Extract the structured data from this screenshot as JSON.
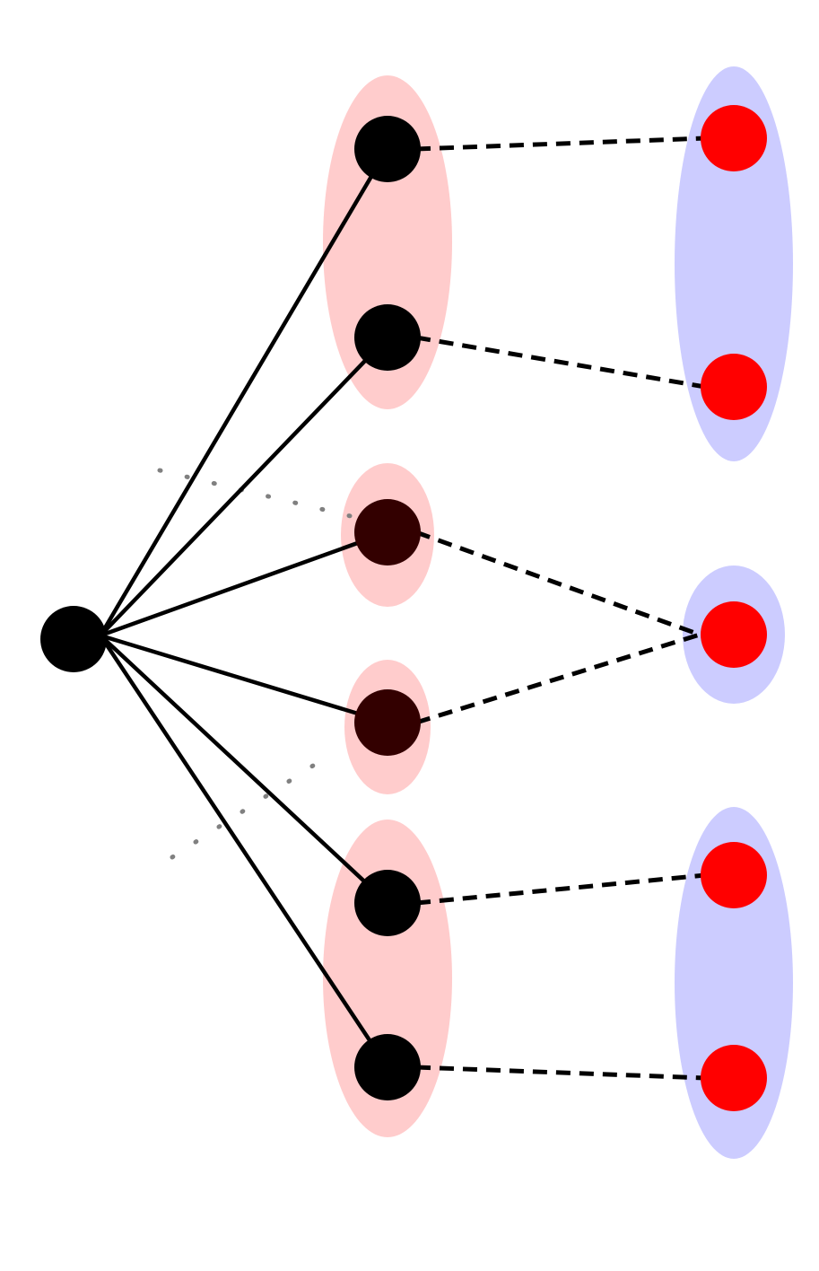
{
  "diagram": {
    "colors": {
      "background": "#ffffff",
      "middle_group_fill": "#ffcccc",
      "right_group_fill": "#ccccff",
      "root_node": "#000000",
      "middle_node": "#000000",
      "middle_node_dark": "#330000",
      "right_node": "#ff0000",
      "solid_edge": "#000000",
      "dashed_edge": "#000000",
      "dotted_guide": "#808080"
    },
    "root": {
      "id": "root"
    },
    "middle_nodes": [
      {
        "id": "m1",
        "shade": "black"
      },
      {
        "id": "m2",
        "shade": "black"
      },
      {
        "id": "m3",
        "shade": "dark"
      },
      {
        "id": "m4",
        "shade": "dark"
      },
      {
        "id": "m5",
        "shade": "black"
      },
      {
        "id": "m6",
        "shade": "black"
      }
    ],
    "right_nodes": [
      {
        "id": "r1"
      },
      {
        "id": "r2"
      },
      {
        "id": "r3"
      },
      {
        "id": "r4"
      },
      {
        "id": "r5"
      }
    ],
    "middle_groups": [
      {
        "id": "mg1",
        "members": [
          "m1",
          "m2"
        ]
      },
      {
        "id": "mg2",
        "members": [
          "m3"
        ]
      },
      {
        "id": "mg3",
        "members": [
          "m4"
        ]
      },
      {
        "id": "mg4",
        "members": [
          "m5",
          "m6"
        ]
      }
    ],
    "right_groups": [
      {
        "id": "rg1",
        "members": [
          "r1",
          "r2"
        ]
      },
      {
        "id": "rg2",
        "members": [
          "r3"
        ]
      },
      {
        "id": "rg3",
        "members": [
          "r4",
          "r5"
        ]
      }
    ],
    "solid_edges": [
      {
        "from": "root",
        "to": "m1"
      },
      {
        "from": "root",
        "to": "m2"
      },
      {
        "from": "root",
        "to": "m3"
      },
      {
        "from": "root",
        "to": "m4"
      },
      {
        "from": "root",
        "to": "m5"
      },
      {
        "from": "root",
        "to": "m6"
      }
    ],
    "dashed_edges": [
      {
        "from": "m1",
        "to": "r1"
      },
      {
        "from": "m2",
        "to": "r2"
      },
      {
        "from": "m3",
        "to": "r3"
      },
      {
        "from": "m4",
        "to": "r3"
      },
      {
        "from": "m5",
        "to": "r4"
      },
      {
        "from": "m6",
        "to": "r5"
      }
    ],
    "dotted_guides": [
      {
        "id": "guide-upper"
      },
      {
        "id": "guide-lower"
      }
    ]
  }
}
